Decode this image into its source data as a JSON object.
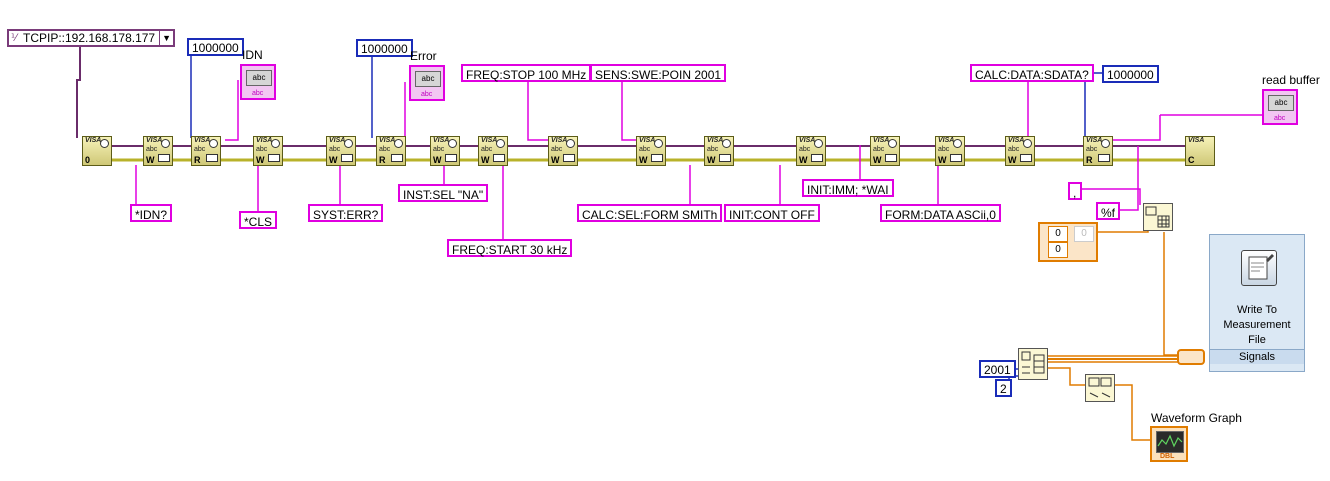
{
  "resource_name": "TCPIP::192.168.178.177",
  "byte_count_1": "1000000",
  "byte_count_2": "1000000",
  "byte_count_3": "1000000",
  "labels": {
    "idn": "IDN",
    "error": "Error",
    "read_buffer": "read buffer",
    "waveform_graph": "Waveform Graph"
  },
  "commands": {
    "idn_query": "*IDN?",
    "cls": "*CLS",
    "syst_err": "SYST:ERR?",
    "inst_sel": "INST:SEL \"NA\"",
    "freq_start": "FREQ:START 30 kHz",
    "freq_stop": "FREQ:STOP 100 MHz",
    "calc_sel_form": "CALC:SEL:FORM SMITh",
    "sens_swe_poin": "SENS:SWE:POIN 2001",
    "init_cont_off": "INIT:CONT OFF",
    "init_imm_wai": "INIT:IMM; *WAI",
    "form_data": "FORM:DATA ASCii,0",
    "calc_data": "CALC:DATA:SDATA?"
  },
  "delimiter": ",",
  "format_string": "%f",
  "array_values": [
    "0",
    "0",
    "0"
  ],
  "reshape_dim_1": "2001",
  "reshape_dim_2": "2",
  "express_vi": {
    "title_line1": "Write To",
    "title_line2": "Measurement",
    "title_line3": "File",
    "terminal": "Signals"
  },
  "indicator_text": "abc",
  "visa_node_text": "VISA",
  "wire_colors": {
    "visa_resource": "#6a2c6a",
    "error": "#d7d22a",
    "string": "#e000e0",
    "numeric": "#1a2cb8",
    "array": "#e07c00"
  }
}
